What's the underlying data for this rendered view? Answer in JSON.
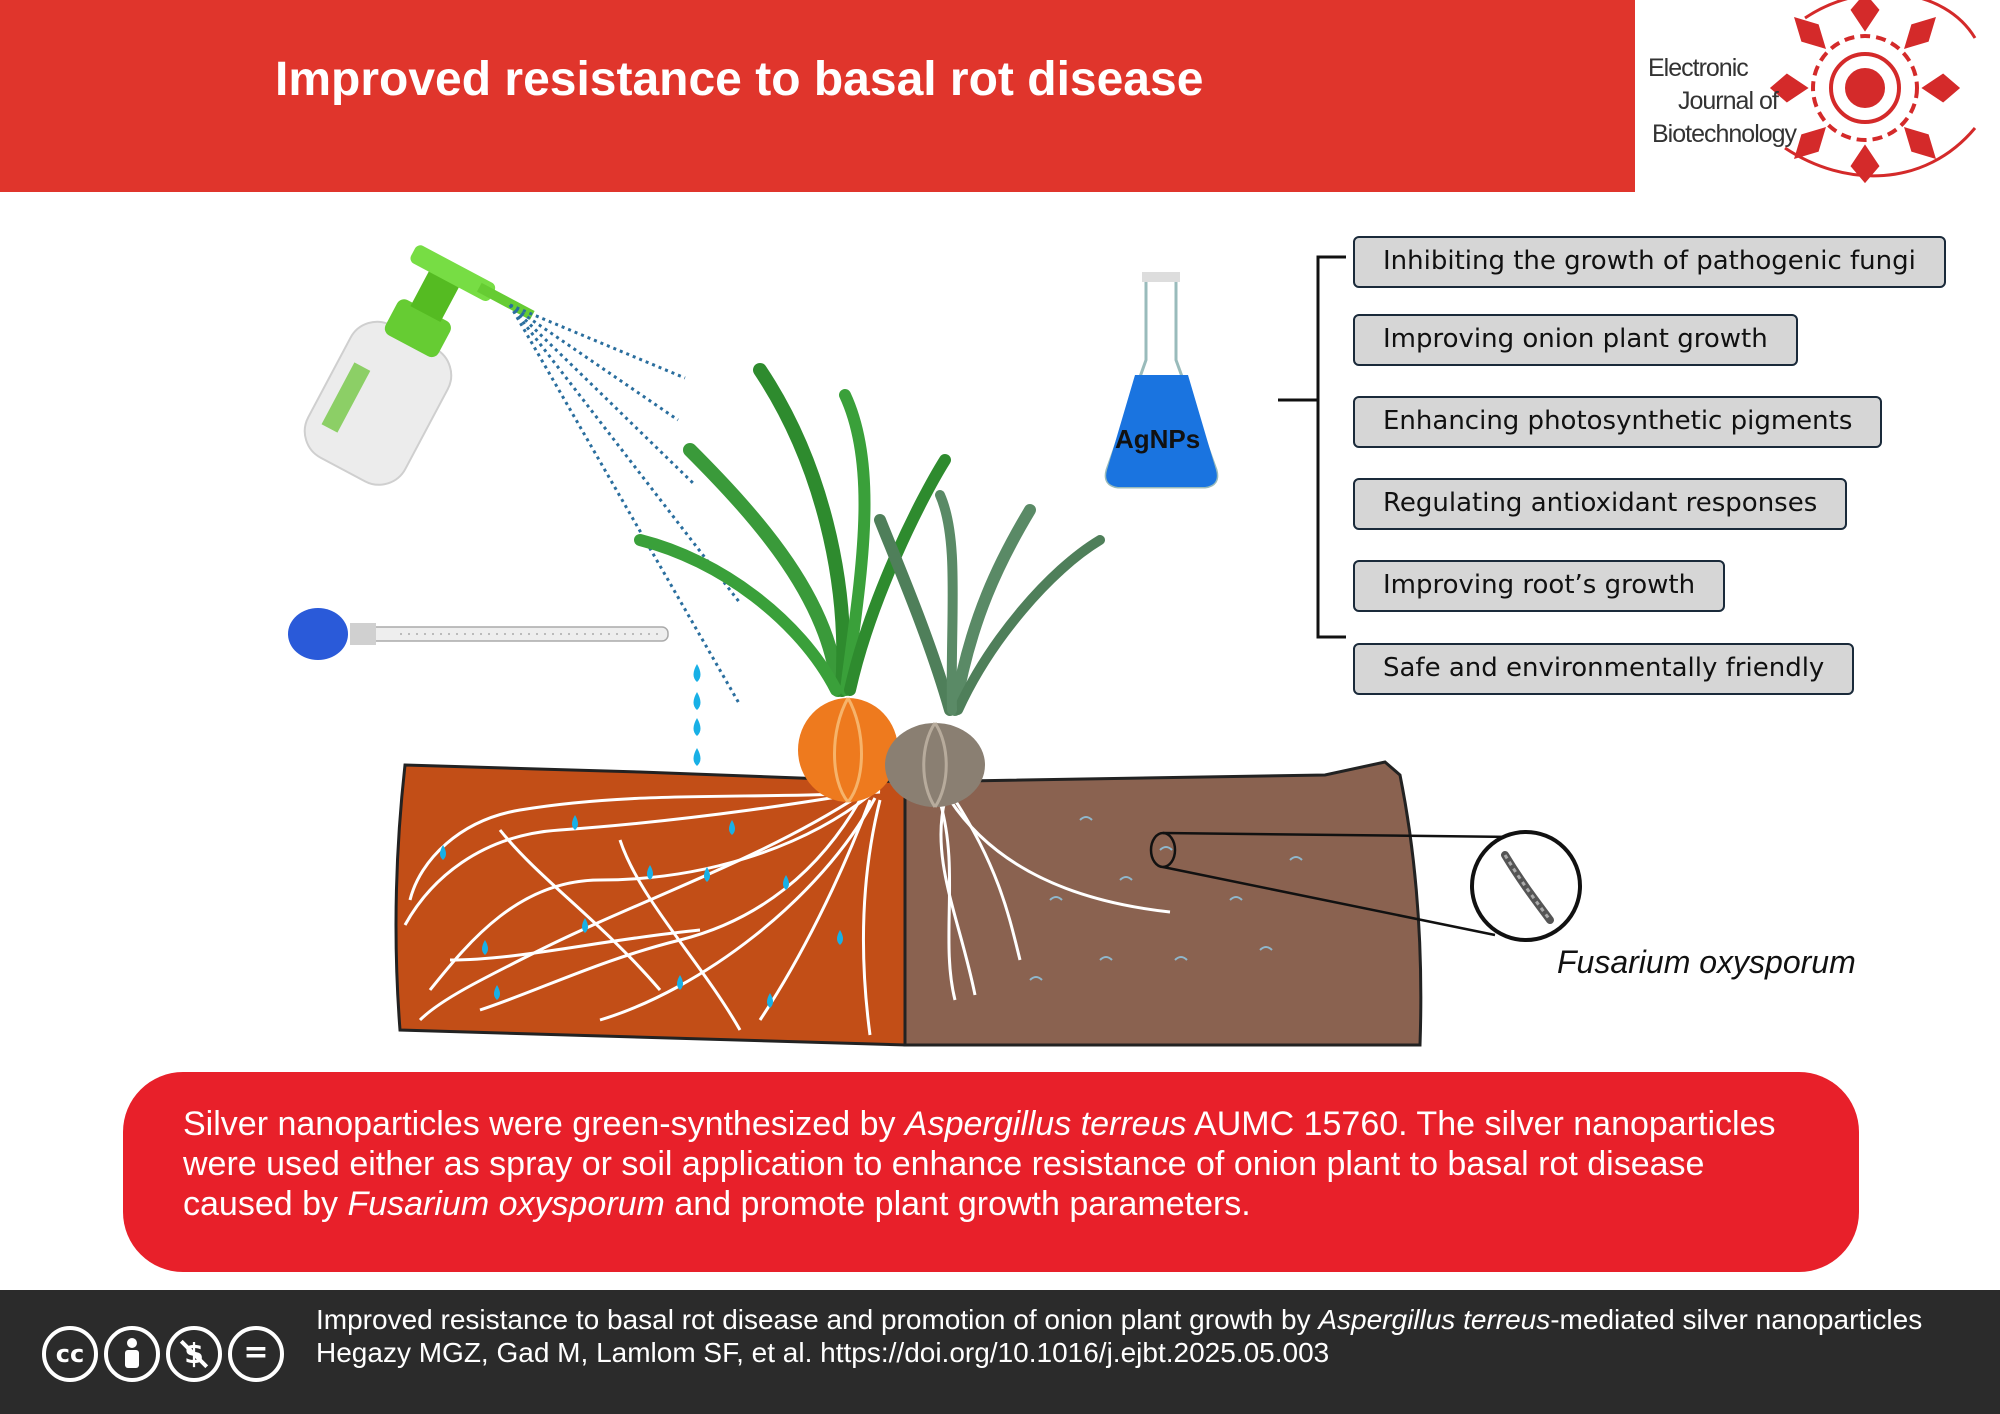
{
  "header": {
    "title": "Improved resistance to basal rot disease",
    "background_color": "#e0352c"
  },
  "journal_logo": {
    "line1": "Electronic",
    "line2": "Journal of",
    "line3": "Biotechnology"
  },
  "diagram": {
    "flask_label": "AgNPs",
    "pathogen_label": "Fusarium oxysporum",
    "benefits": [
      "Inhibiting the growth of pathogenic fungi",
      "Improving onion plant growth",
      "Enhancing photosynthetic pigments",
      "Regulating antioxidant responses",
      "Improving root’s growth",
      "Safe and environmentally friendly"
    ],
    "icons": [
      "spray-bottle-icon",
      "pipette-icon",
      "flask-icon",
      "onion-icon",
      "soil-block-icon",
      "magnifier-icon"
    ]
  },
  "summary": {
    "part1": "Silver nanoparticles were green-synthesized by ",
    "species1": "Aspergillus terreus",
    "part2": " AUMC 15760. The silver nanoparticles were used either as spray or soil application to enhance resistance of onion plant to basal rot disease caused by ",
    "species2": "Fusarium oxysporum",
    "part3": " and promote plant growth parameters.",
    "background_color": "#e8202a"
  },
  "footer": {
    "citation_part1": "Improved resistance to basal rot disease and promotion of onion plant growth by ",
    "citation_species": "Aspergillus terreus",
    "citation_part2": "-mediated silver nanoparticles",
    "authors": "Hegazy MGZ, Gad M, Lamlom SF, et al. https://doi.org/10.1016/j.ejbt.2025.05.003",
    "license_icons": [
      "cc-icon",
      "by-icon",
      "nc-icon",
      "nd-icon"
    ]
  }
}
